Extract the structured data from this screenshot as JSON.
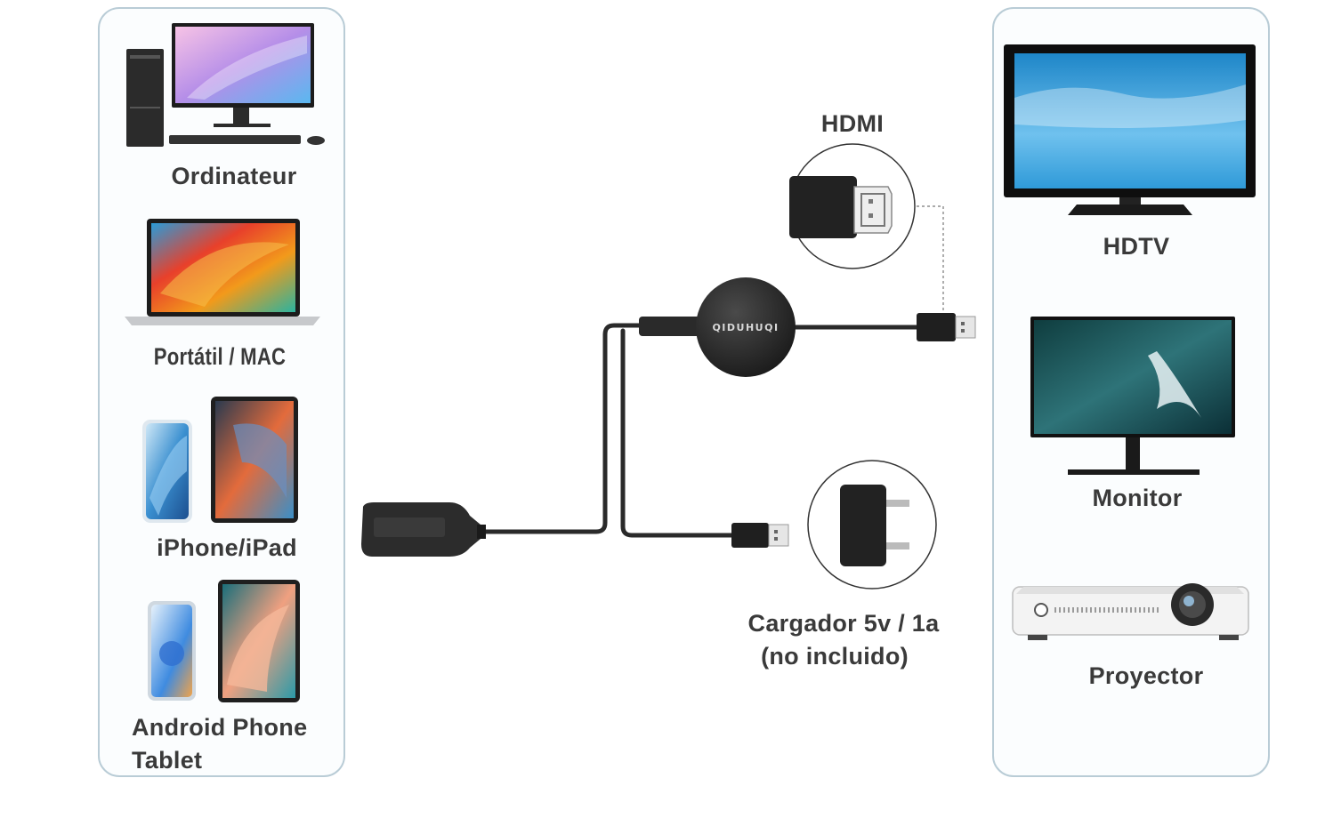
{
  "source_devices": {
    "computer": "Ordinateur",
    "laptop": "Portátil / MAC",
    "apple_devices": "iPhone/iPad",
    "android_devices_line1": "Android Phone",
    "android_devices_line2": "Tablet"
  },
  "adapter": {
    "brand": "QIDUHUQI",
    "connector_label": "HDMI",
    "charger_label_line1": "Cargador 5v / 1a",
    "charger_label_line2": "(no incluido)"
  },
  "display_devices": {
    "hdtv": "HDTV",
    "monitor": "Monitor",
    "projector": "Proyector"
  },
  "colors": {
    "panel_border": "#b9ccd6",
    "cable": "#2a2a2a",
    "label_text": "#3a3a3a"
  }
}
